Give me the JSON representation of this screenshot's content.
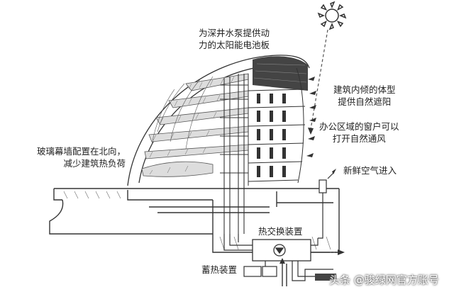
{
  "labels": {
    "solar_panel": [
      "为深井水泵提供动",
      "力的太阳能电池板"
    ],
    "inclined_form": [
      "建筑内倾的体型",
      "提供自然遮阳"
    ],
    "office_windows": [
      "办公区域的窗户可以",
      "打开自然通风"
    ],
    "glass_curtain": [
      "玻璃幕墙配置在北向，",
      "减少建筑热负荷"
    ],
    "fresh_air": "新鲜空气进入",
    "heat_exchanger": "热交换装置",
    "heat_storage": "蓄热装置"
  },
  "watermark": "头条 @骏绿网官方账号",
  "colors": {
    "line": "#333333",
    "hatch": "#555555",
    "panel": "#444444"
  }
}
